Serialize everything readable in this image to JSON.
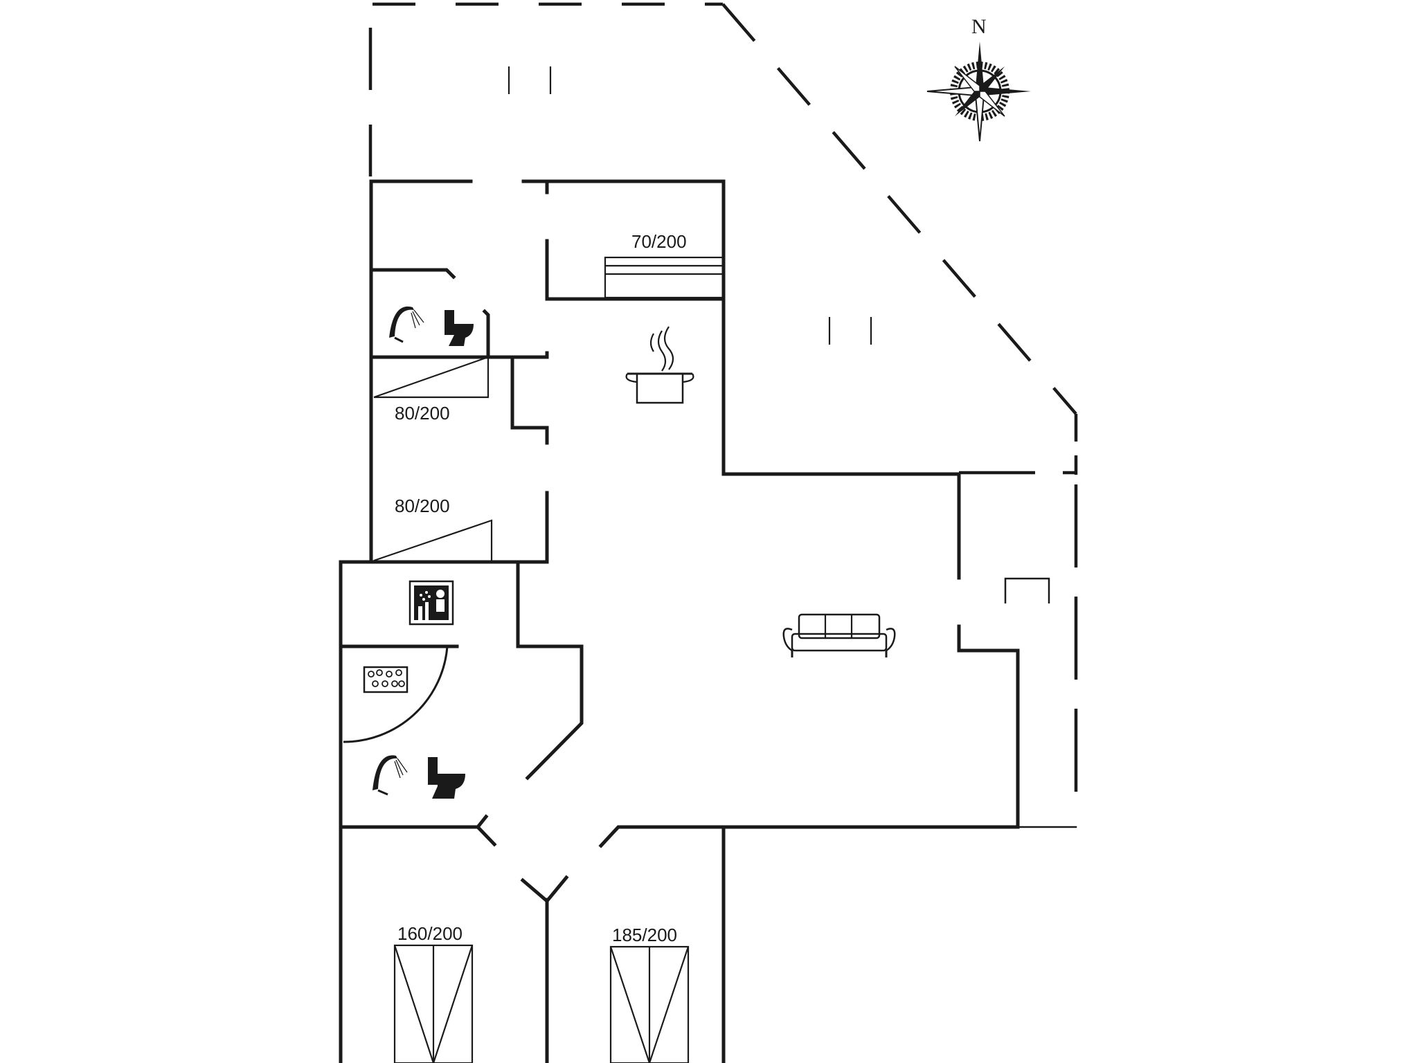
{
  "compass": {
    "north_label": "N"
  },
  "beds": {
    "bed1": "70/200",
    "bed2": "80/200",
    "bed3": "80/200",
    "bed4": "160/200",
    "bed5": "185/200"
  },
  "icons": {
    "bathroom_top": [
      "shower-icon",
      "toilet-icon"
    ],
    "bathroom_bottom": [
      "shower-icon",
      "toilet-icon"
    ],
    "kitchen": "cooking-pot-icon",
    "sauna": "sauna-icon",
    "spa": "whirlpool-icon",
    "living": "sofa-icon",
    "compass": "compass-rose-icon"
  }
}
